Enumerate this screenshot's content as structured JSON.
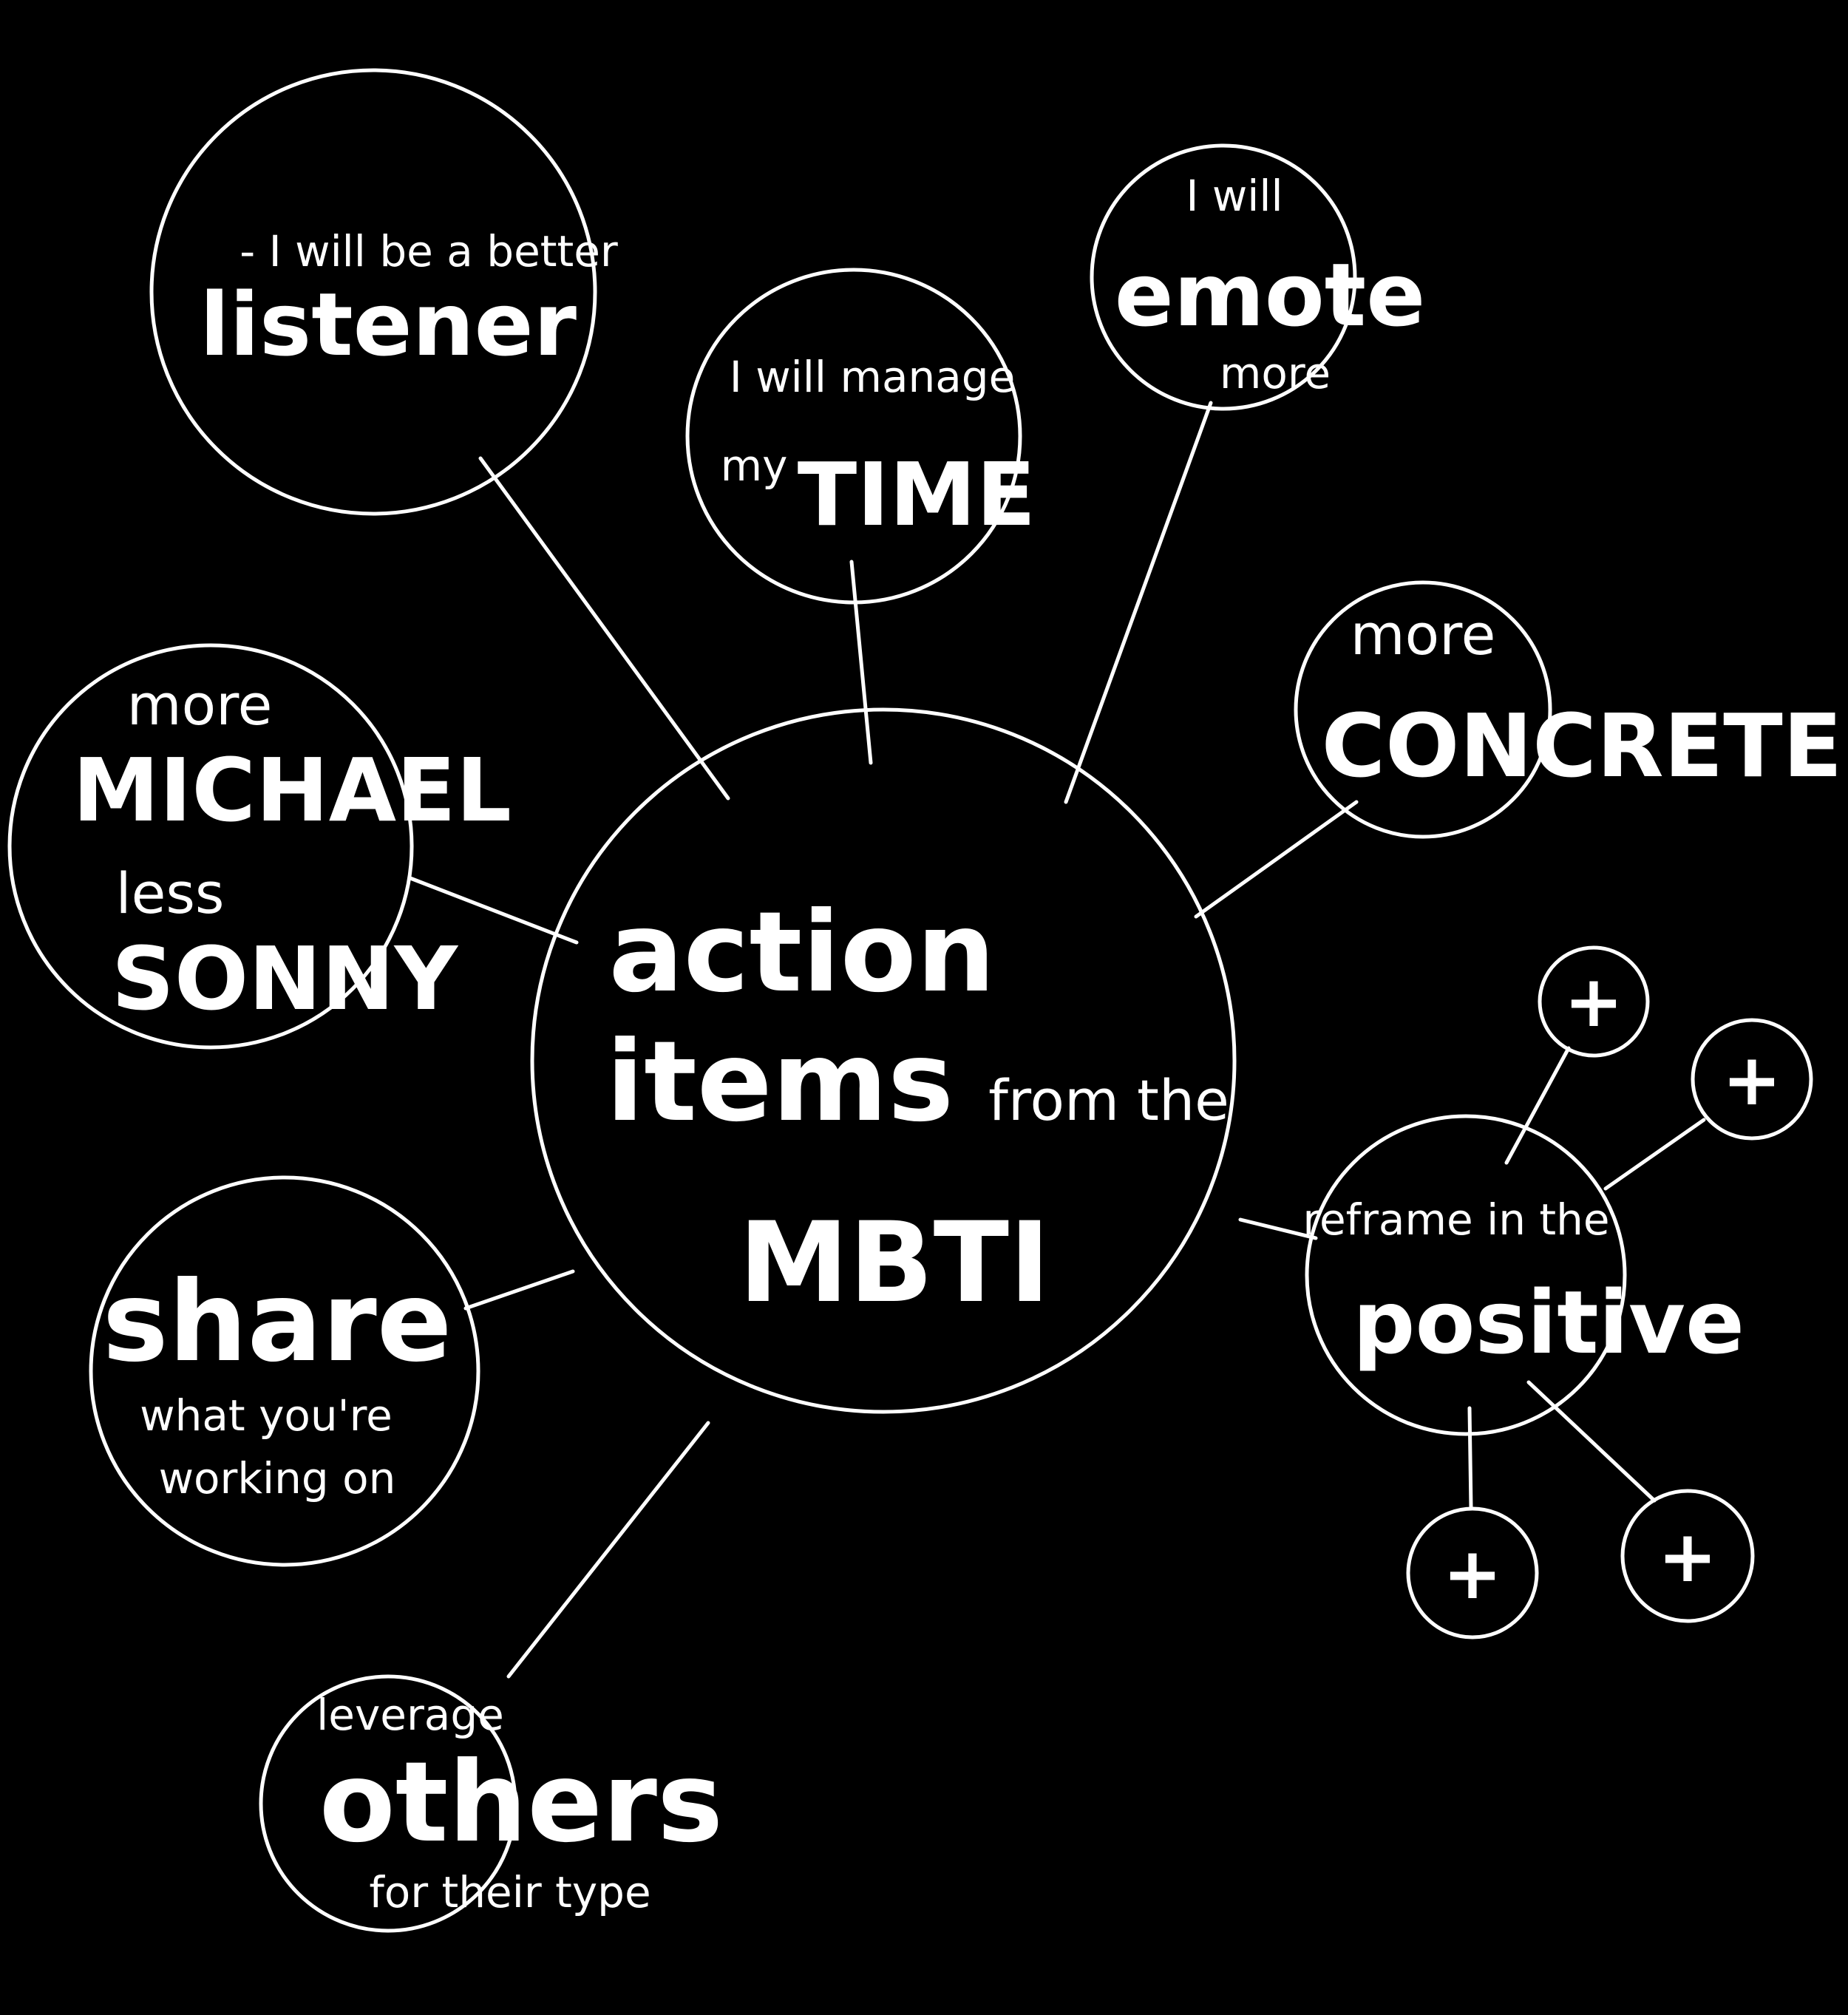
{
  "center": {
    "line1": "action",
    "line2": "items",
    "line3": "from the",
    "line4": "MBTI"
  },
  "nodes": {
    "listener": {
      "line1": "- I will be a better",
      "line2": "listener"
    },
    "time": {
      "line1": "I will manage",
      "line2": "my",
      "line3": "TIME"
    },
    "emote": {
      "line1": "I will",
      "line2": "emote",
      "line3": "more"
    },
    "concrete": {
      "line1": "more",
      "line2": "CONCRETE"
    },
    "michael": {
      "line1": "more",
      "line2": "MICHAEL",
      "line3": "less",
      "line4": "SONNY"
    },
    "share": {
      "line1": "share",
      "line2": "what you're",
      "line3": "working on"
    },
    "others": {
      "line1": "leverage",
      "line2": "others",
      "line3": "for their type"
    },
    "positive": {
      "line1": "reframe in the",
      "line2": "positive"
    }
  },
  "plus_glyph": "+",
  "colors": {
    "background": "#000000",
    "ink": "#ffffff"
  }
}
